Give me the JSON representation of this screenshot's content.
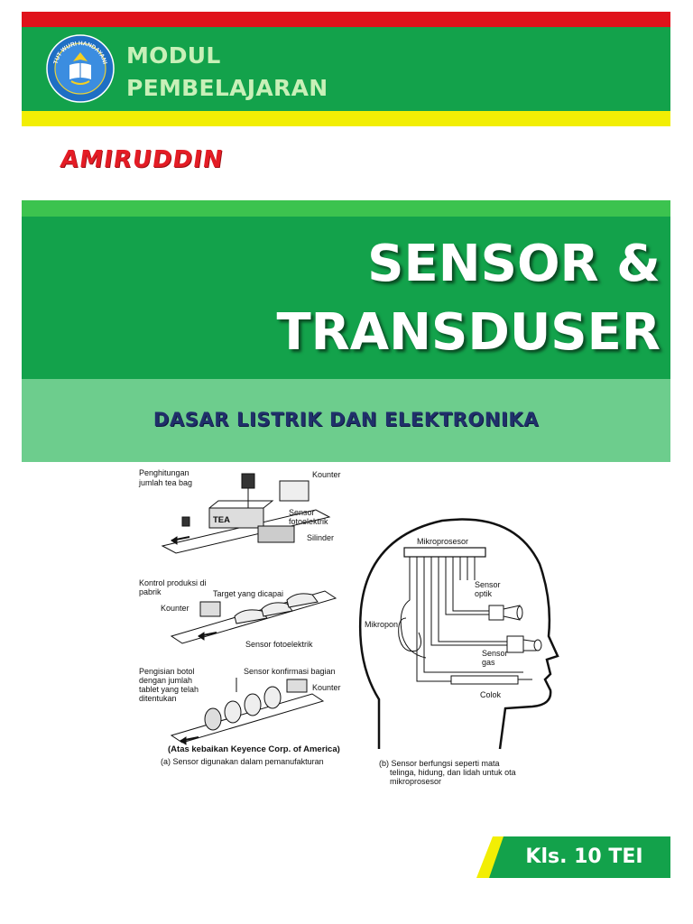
{
  "header": {
    "title_line1": "MODUL",
    "title_line2": "PEMBELAJARAN",
    "logo_text": "TUT WURI HANDAYANI"
  },
  "author": "AMIRUDDIN",
  "main_title": {
    "line1": "SENSOR &",
    "line2": "TRANSDUSER"
  },
  "subtitle": "DASAR LISTRIK DAN ELEKTRONIKA",
  "illustration": {
    "left": {
      "label_teabag": [
        "Penghitungan",
        "jumlah tea bag"
      ],
      "label_kounter_top": "Kounter",
      "label_sensor_foto": [
        "Sensor",
        "fotoelektrik"
      ],
      "label_silinder": "Silinder",
      "label_tea": "TEA",
      "label_kontrol": [
        "Kontrol produksi di",
        "pabrik"
      ],
      "label_target": "Target yang dicapai",
      "label_kounter_mid": "Kounter",
      "label_sensor_foto2": "Sensor fotoelektrik",
      "label_pengisian": [
        "Pengisian botol",
        "dengan jumlah",
        "tablet yang telah",
        "ditentukan"
      ],
      "label_sensor_konfirmasi": "Sensor konfirmasi bagian",
      "label_kounter_bot": "Kounter",
      "credit": "(Atas kebaikan Keyence Corp. of America)",
      "caption": "(a) Sensor digunakan dalam pemanufakturan"
    },
    "right": {
      "label_mikroprosesor": "Mikroprosesor",
      "label_sensor_optik": [
        "Sensor",
        "optik"
      ],
      "label_mikropon": "Mikropon",
      "label_sensor_gas": [
        "Sensor",
        "gas"
      ],
      "label_colok": "Colok",
      "caption": [
        "(b) Sensor   berfungsi   seperti   mata",
        "telinga, hidung, dan lidah untuk ota",
        "mikroprosesor"
      ]
    }
  },
  "class_label": "Kls. 10 TEI",
  "colors": {
    "red": "#e0121b",
    "green": "#13a24b",
    "light_green": "#3cc34f",
    "pale_green": "#6dcd8d",
    "yellow": "#f2ee04",
    "navy": "#20306b"
  }
}
